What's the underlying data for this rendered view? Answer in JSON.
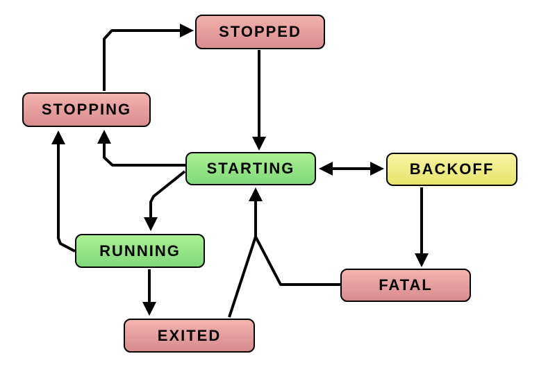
{
  "diagram": {
    "nodes": [
      {
        "id": "stopped",
        "label": "STOPPED",
        "color": "pink"
      },
      {
        "id": "stopping",
        "label": "STOPPING",
        "color": "pink"
      },
      {
        "id": "starting",
        "label": "STARTING",
        "color": "green"
      },
      {
        "id": "backoff",
        "label": "BACKOFF",
        "color": "yellow"
      },
      {
        "id": "running",
        "label": "RUNNING",
        "color": "green"
      },
      {
        "id": "fatal",
        "label": "FATAL",
        "color": "pink"
      },
      {
        "id": "exited",
        "label": "EXITED",
        "color": "pink"
      }
    ],
    "edges": [
      {
        "from": "stopping",
        "to": "stopped"
      },
      {
        "from": "stopped",
        "to": "starting"
      },
      {
        "from": "starting",
        "to": "backoff",
        "bidirectional": true
      },
      {
        "from": "backoff",
        "to": "fatal"
      },
      {
        "from": "starting",
        "to": "stopping"
      },
      {
        "from": "running",
        "to": "stopping"
      },
      {
        "from": "starting",
        "to": "running"
      },
      {
        "from": "running",
        "to": "exited"
      },
      {
        "from": "exited",
        "to": "starting"
      },
      {
        "from": "fatal",
        "to": "starting"
      }
    ],
    "colors": {
      "pink_top": "#f2b3af",
      "pink_bottom": "#d88b8d",
      "green_top": "#aaf093",
      "green_bottom": "#80d97b",
      "yellow_top": "#f6f4a2",
      "yellow_bottom": "#e9e36c",
      "border": "#000000",
      "arrow": "#000000",
      "background": "#ffffff"
    }
  }
}
